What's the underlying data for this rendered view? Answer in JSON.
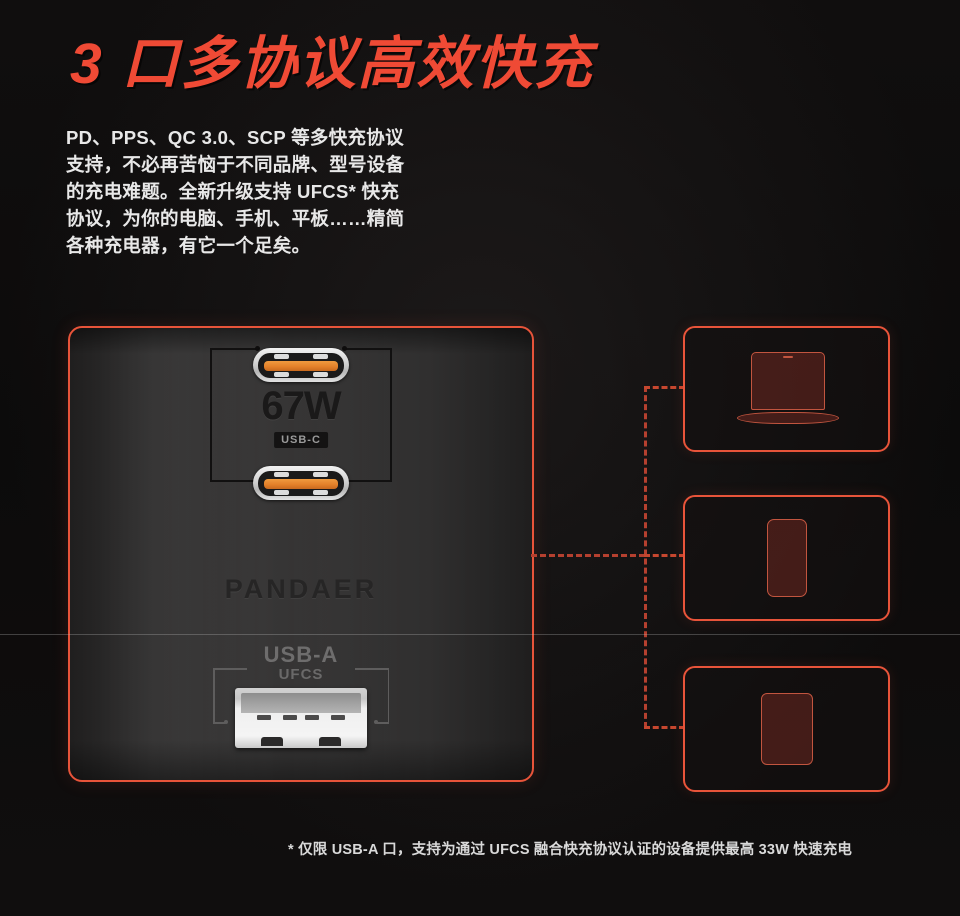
{
  "page": {
    "background_color": "#0d0c0c",
    "accent_color": "#e8543a",
    "headline_color": "#ef4a35"
  },
  "headline": {
    "text": "3 口多协议高效快充"
  },
  "body_copy": {
    "line1": "PD、PPS、QC 3.0、SCP 等多快充协议",
    "line2": "支持，不必再苦恼于不同品牌、型号设备",
    "line3": "的充电难题。全新升级支持 UFCS* 快充",
    "line4": "协议，为你的电脑、手机、平板……精简",
    "line5": "各种充电器，有它一个足矣。"
  },
  "charger": {
    "power_label": "67W",
    "usbc_badge": "USB-C",
    "brand": "PANDAER",
    "usba_title": "USB-A",
    "usba_sub": "UFCS",
    "port_color": "#e4812a"
  },
  "devices": [
    {
      "name": "laptop",
      "icon": "laptop-icon"
    },
    {
      "name": "phone",
      "icon": "phone-icon"
    },
    {
      "name": "tablet",
      "icon": "tablet-icon"
    }
  ],
  "footnote": {
    "text": "* 仅限 USB-A 口，支持为通过 UFCS 融合快充协议认证的设备提供最高 33W 快速充电"
  }
}
